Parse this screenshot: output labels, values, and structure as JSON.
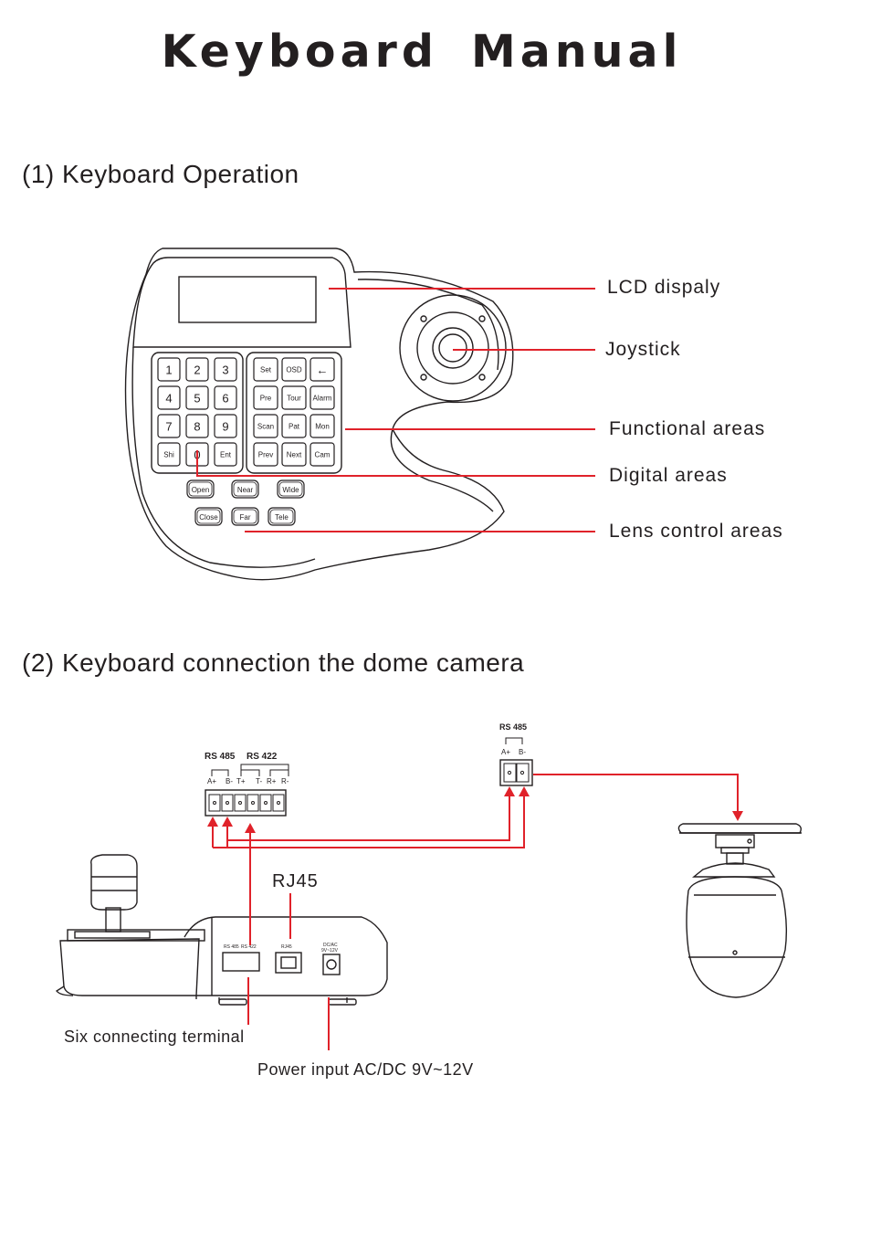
{
  "title": "Keyboard  Manual",
  "section1": {
    "heading": "(1)  Keyboard Operation",
    "callouts": {
      "lcd": "LCD dispaly",
      "joystick": "Joystick",
      "functional": "Functional areas",
      "digital": "Digital areas",
      "lens": "Lens control areas"
    },
    "keys": {
      "digits": [
        "1",
        "2",
        "3",
        "4",
        "5",
        "6",
        "7",
        "8",
        "9",
        "Shi",
        "0",
        "Ent"
      ],
      "functions": [
        "Set",
        "OSD",
        "←",
        "Pre",
        "Tour",
        "Alarm",
        "Scan",
        "Pat",
        "Mon",
        "Prev",
        "Next",
        "Cam"
      ],
      "lens_row1": [
        "Open",
        "Near",
        "Wide"
      ],
      "lens_row2": [
        "Close",
        "Far",
        "Tele"
      ]
    }
  },
  "section2": {
    "heading": "(2)  Keyboard connection the dome camera",
    "terminal": {
      "rs485": "RS 485",
      "rs422": "RS 422",
      "pins": [
        "A+",
        "B-",
        "T+",
        "T-",
        "R+",
        "R-"
      ]
    },
    "dome_terminal": {
      "rs485": "RS 485",
      "pins": [
        "A+",
        "B-"
      ]
    },
    "rj45": "RJ45",
    "six_terminal": "Six connecting terminal",
    "power": "Power input  AC/DC 9V~12V",
    "back_panel": {
      "rs485": "RS 485",
      "rs422": "RS 422",
      "rj45": "RJ45",
      "dc": "DC/AC",
      "dc_range": "9V~12V"
    }
  },
  "colors": {
    "callout_line": "#e0222a",
    "text": "#231f20"
  }
}
